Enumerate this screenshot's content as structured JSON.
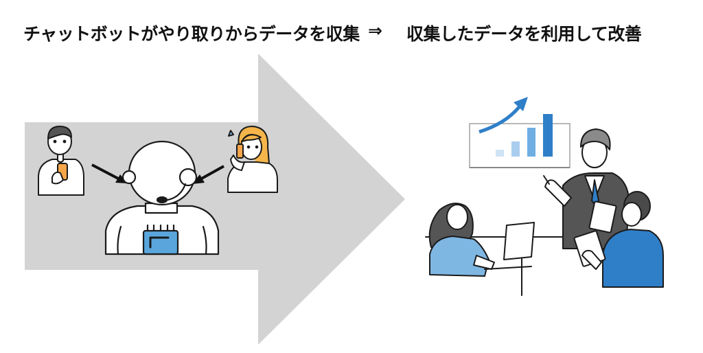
{
  "caption": {
    "left": "チャットボットがやり取りからデータを収集",
    "arrow": "⇒",
    "right": "収集したデータを利用して改善"
  },
  "colors": {
    "big_arrow": "#d3d3d3",
    "accent_blue": "#2f7fc8",
    "light_blue": "#7fb7e3",
    "outline": "#1a1a1a",
    "skin": "#ffffff",
    "hair_gray": "#8a8a8a",
    "hair_dark": "#4a4a4a",
    "hair_orange": "#f5b54a",
    "phone_orange": "#f5a64a"
  },
  "illustrations": {
    "left": [
      "user-with-smartphone",
      "robot-chatbot-with-headset",
      "user-on-phone-call"
    ],
    "right": [
      "growth-bar-chart-board",
      "business-meeting-team"
    ]
  }
}
